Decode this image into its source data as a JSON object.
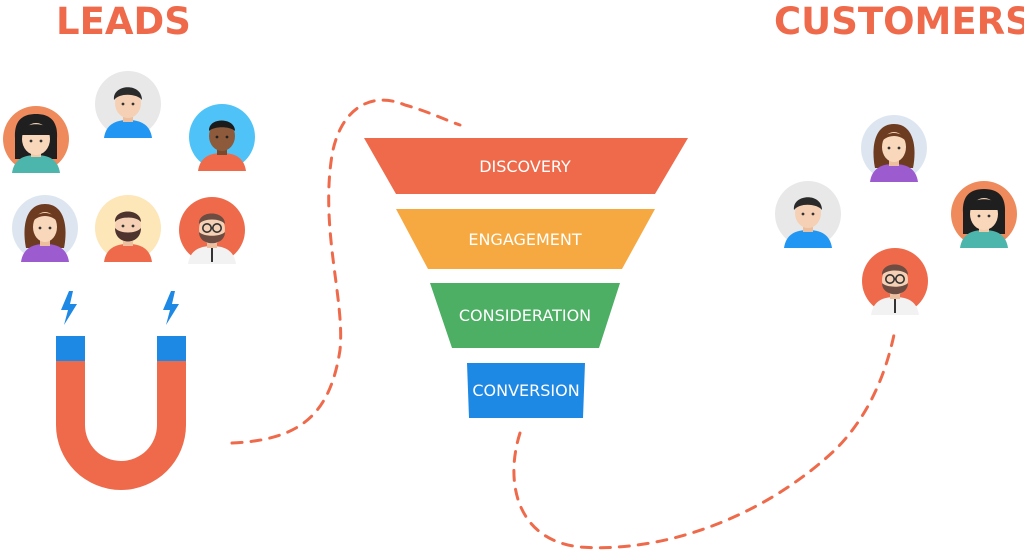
{
  "leads": {
    "title": "LEADS",
    "avatar_count": 6
  },
  "customers": {
    "title": "CUSTOMERS",
    "avatar_count": 4
  },
  "funnel": {
    "stages": [
      {
        "label": "DISCOVERY",
        "color": "#ef6a4b"
      },
      {
        "label": "ENGAGEMENT",
        "color": "#f7a941"
      },
      {
        "label": "CONSIDERATION",
        "color": "#4caf64"
      },
      {
        "label": "CONVERSION",
        "color": "#1e88e5"
      }
    ]
  },
  "magnet": {
    "body_color": "#ef6a4b",
    "pole_color": "#1e88e5",
    "icon": "magnet-icon"
  },
  "colors": {
    "accent": "#ef6a4b",
    "dashed_path": "#ef6a4b"
  }
}
